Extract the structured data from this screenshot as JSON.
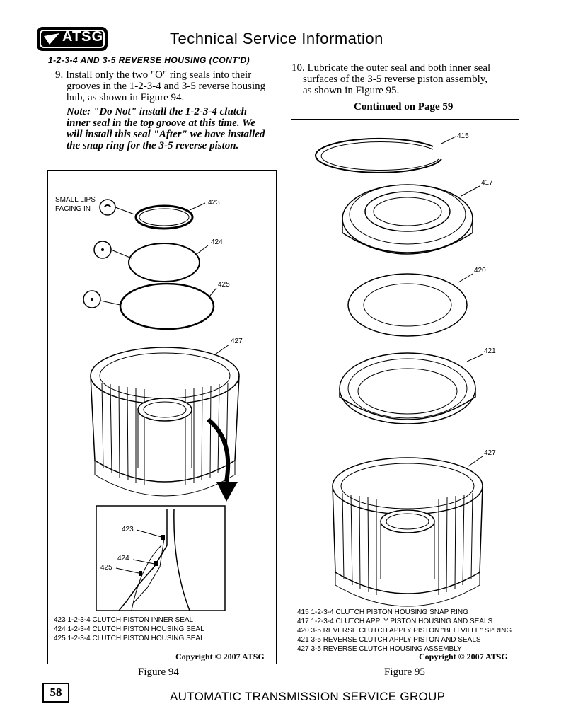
{
  "header": {
    "logo_text": "ATSG",
    "title": "Technical Service Information"
  },
  "section_title": "1-2-3-4 AND 3-5 REVERSE HOUSING (CONT'D)",
  "step9": {
    "line1": "9. Install only the two \"O\" ring seals into their",
    "line2": "grooves in the 1-2-3-4 and 3-5 reverse housing",
    "line3": "hub, as shown in Figure 94.",
    "note_line1": "Note: \"Do Not\" install the 1-2-3-4 clutch",
    "note_line2": "inner seal in the top groove at this time.  We",
    "note_line3": "will install this seal \"After\" we have installed",
    "note_line4": "the snap ring for the 3-5 reverse piston."
  },
  "step10": {
    "line1": "10. Lubricate the outer seal and both inner seal",
    "line2": "surfaces of the 3-5 reverse piston assembly,",
    "line3": "as shown in Figure 95."
  },
  "continued": "Continued on Page 59",
  "figure94": {
    "small_lips_line1": "SMALL LIPS",
    "small_lips_line2": "FACING IN",
    "callouts": [
      "423",
      "424",
      "425",
      "427"
    ],
    "inset_callouts": [
      "423",
      "424",
      "425"
    ],
    "legend": [
      "423  1-2-3-4 CLUTCH PISTON INNER SEAL",
      "424  1-2-3-4 CLUTCH PISTON HOUSING SEAL",
      "425  1-2-3-4 CLUTCH PISTON HOUSING SEAL"
    ],
    "copyright": "Copyright © 2007 ATSG",
    "caption": "Figure 94"
  },
  "figure95": {
    "callouts": [
      "415",
      "417",
      "420",
      "421",
      "427"
    ],
    "legend": [
      "415  1-2-3-4 CLUTCH PISTON HOUSING SNAP RING",
      "417  1-2-3-4 CLUTCH APPLY PISTON HOUSING AND SEALS",
      "420  3-5 REVERSE CLUTCH APPLY PISTON \"BELLVILLE\" SPRING",
      "421  3-5 REVERSE CLUTCH APPLY PISTON AND SEALS",
      "427  3-5 REVERSE CLUTCH HOUSING ASSEMBLY"
    ],
    "copyright": "Copyright © 2007 ATSG",
    "caption": "Figure 95"
  },
  "page_number": "58",
  "footer": "AUTOMATIC TRANSMISSION SERVICE GROUP"
}
